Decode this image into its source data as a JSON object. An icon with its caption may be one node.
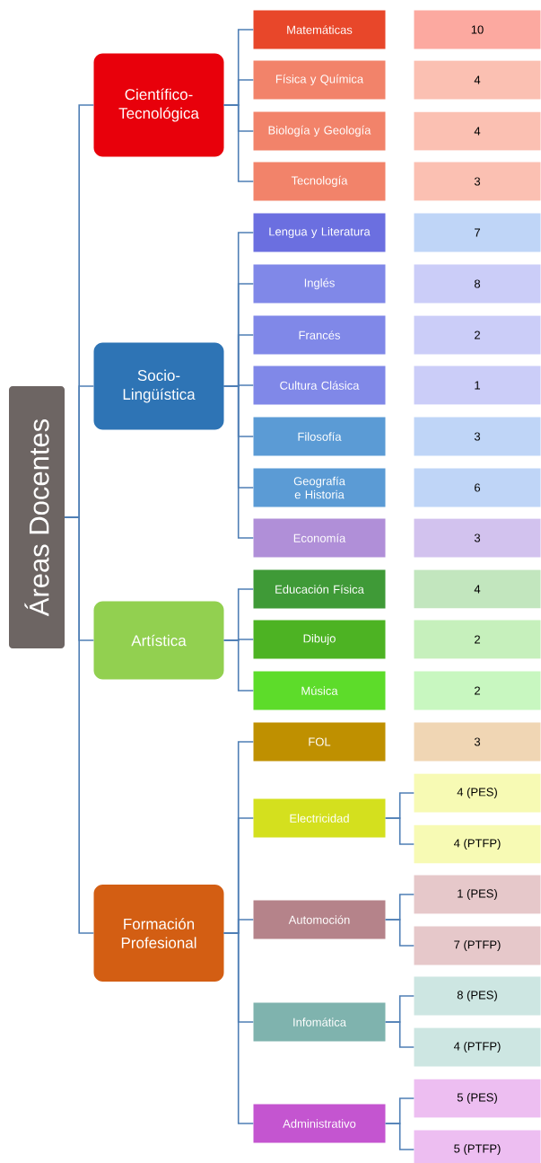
{
  "diagram": {
    "nodes": [
      {
        "text": [
          "Áreas Docentes"
        ]
      },
      {
        "text": [
          "Científico-Tecnológica"
        ]
      },
      {
        "text": [
          "Matemáticas"
        ]
      },
      {
        "text": [
          "10"
        ]
      },
      {
        "text": [
          "Física y Química"
        ]
      },
      {
        "text": [
          "4"
        ]
      },
      {
        "text": [
          "Biología y Geología"
        ]
      },
      {
        "text": [
          "4"
        ]
      },
      {
        "text": [
          "Tecnología"
        ]
      },
      {
        "text": [
          "3"
        ]
      },
      {
        "text": [
          "Socio-Lingüística"
        ]
      },
      {
        "text": [
          "Lengua y Literatura"
        ]
      },
      {
        "text": [
          "7"
        ]
      },
      {
        "text": [
          "Inglés"
        ]
      },
      {
        "text": [
          "8"
        ]
      },
      {
        "text": [
          "Francés"
        ]
      },
      {
        "text": [
          "2"
        ]
      },
      {
        "text": [
          "Cultura Clásica"
        ]
      },
      {
        "text": [
          "1"
        ]
      },
      {
        "text": [
          "Filosofía"
        ]
      },
      {
        "text": [
          "3"
        ]
      },
      {
        "text": [
          "Geografía e Historia"
        ]
      },
      {
        "text": [
          "6"
        ]
      },
      {
        "text": [
          "Economía"
        ]
      },
      {
        "text": [
          "3"
        ]
      },
      {
        "text": [
          "Artística"
        ]
      },
      {
        "text": [
          "Educación Física"
        ]
      },
      {
        "text": [
          "4"
        ]
      },
      {
        "text": [
          "Dibujo"
        ]
      },
      {
        "text": [
          "2"
        ]
      },
      {
        "text": [
          "Música"
        ]
      },
      {
        "text": [
          "2"
        ]
      },
      {
        "text": [
          "Formación Profesional"
        ]
      },
      {
        "text": [
          "FOL"
        ]
      },
      {
        "text": [
          "3"
        ]
      },
      {
        "text": [
          "Electricidad"
        ]
      },
      {
        "text": [
          "4 (PES)"
        ]
      },
      {
        "text": [
          "4 (PTFP)"
        ]
      },
      {
        "text": [
          "Automoción"
        ]
      },
      {
        "text": [
          "1 (PES)"
        ]
      },
      {
        "text": [
          "7 (PTFP)"
        ]
      },
      {
        "text": [
          "Infomática"
        ]
      },
      {
        "text": [
          "8 (PES)"
        ]
      },
      {
        "text": [
          "4 (PTFP)"
        ]
      },
      {
        "text": [
          "Administrativo"
        ]
      },
      {
        "text": [
          "5 (PES)"
        ]
      },
      {
        "text": [
          "5 (PTFP)"
        ]
      }
    ],
    "edges": [
      {
        "from": 0,
        "to": 1,
        "arrow": "none"
      },
      {
        "from": 0,
        "to": 10,
        "arrow": "none"
      },
      {
        "from": 0,
        "to": 25,
        "arrow": "none"
      },
      {
        "from": 0,
        "to": 32,
        "arrow": "none"
      },
      {
        "from": 1,
        "to": 2,
        "arrow": "none"
      },
      {
        "from": 1,
        "to": 4,
        "arrow": "none"
      },
      {
        "from": 1,
        "to": 6,
        "arrow": "none"
      },
      {
        "from": 1,
        "to": 8,
        "arrow": "none"
      },
      {
        "from": 10,
        "to": 11,
        "arrow": "none"
      },
      {
        "from": 10,
        "to": 13,
        "arrow": "none"
      },
      {
        "from": 10,
        "to": 15,
        "arrow": "none"
      },
      {
        "from": 10,
        "to": 17,
        "arrow": "none"
      },
      {
        "from": 10,
        "to": 19,
        "arrow": "none"
      },
      {
        "from": 10,
        "to": 21,
        "arrow": "none"
      },
      {
        "from": 10,
        "to": 23,
        "arrow": "none"
      },
      {
        "from": 25,
        "to": 26,
        "arrow": "none"
      },
      {
        "from": 25,
        "to": 28,
        "arrow": "none"
      },
      {
        "from": 25,
        "to": 30,
        "arrow": "none"
      },
      {
        "from": 32,
        "to": 33,
        "arrow": "none"
      },
      {
        "from": 32,
        "to": 35,
        "arrow": "none"
      },
      {
        "from": 32,
        "to": 38,
        "arrow": "none"
      },
      {
        "from": 32,
        "to": 41,
        "arrow": "none"
      },
      {
        "from": 32,
        "to": 44,
        "arrow": "none"
      },
      {
        "from": 35,
        "to": 36,
        "arrow": "none"
      },
      {
        "from": 35,
        "to": 37,
        "arrow": "none"
      },
      {
        "from": 38,
        "to": 39,
        "arrow": "none"
      },
      {
        "from": 38,
        "to": 40,
        "arrow": "none"
      },
      {
        "from": 41,
        "to": 42,
        "arrow": "none"
      },
      {
        "from": 41,
        "to": 43,
        "arrow": "none"
      },
      {
        "from": 44,
        "to": 45,
        "arrow": "none"
      },
      {
        "from": 44,
        "to": 46,
        "arrow": "none"
      }
    ]
  }
}
